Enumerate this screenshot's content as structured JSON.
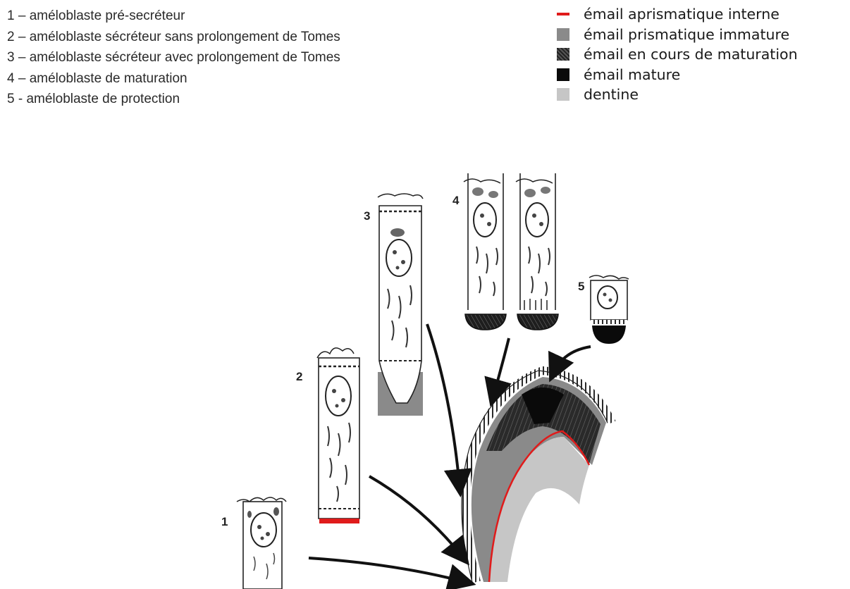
{
  "numbered_list": [
    {
      "text": "1 – améloblaste pré-secréteur"
    },
    {
      "text": "2 – améloblaste sécréteur sans prolongement de Tomes"
    },
    {
      "text": "3 – améloblaste sécréteur avec prolongement de Tomes"
    },
    {
      "text": "4 – améloblaste de maturation"
    },
    {
      "text": "5 - améloblaste de protection"
    }
  ],
  "legend": [
    {
      "label": "émail  aprismatique interne",
      "color": "#e01b1b",
      "kind": "line"
    },
    {
      "label": "émail  prismatique immature",
      "color": "#8a8a8a",
      "kind": "box"
    },
    {
      "label": "émail en cours de maturation",
      "color": "#3c3c3c",
      "kind": "box"
    },
    {
      "label": "émail mature",
      "color": "#0a0a0a",
      "kind": "box"
    },
    {
      "label": "dentine",
      "color": "#c6c6c6",
      "kind": "box"
    }
  ],
  "cell_labels": {
    "c1": "1",
    "c2": "2",
    "c3": "3",
    "c4": "4",
    "c5": "5"
  }
}
